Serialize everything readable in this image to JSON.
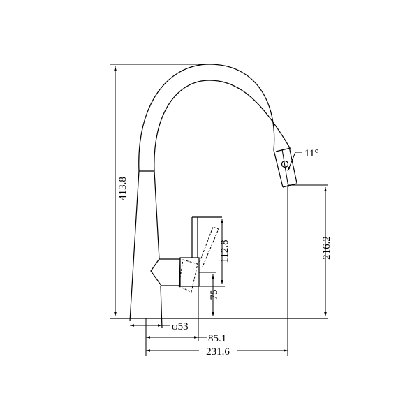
{
  "dimensions": {
    "overall_height": "413.8",
    "spout_height": "216.2",
    "lever_height": "112.8",
    "lever_base_height": "75",
    "base_diameter": "φ53",
    "lever_reach": "85.1",
    "spout_reach": "231.6",
    "spout_angle": "11°"
  },
  "colors": {
    "line": "#000000",
    "background": "#ffffff"
  }
}
